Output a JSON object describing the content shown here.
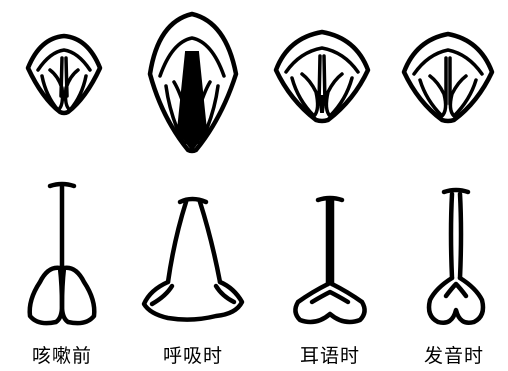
{
  "figure": {
    "captions": [
      "咳嗽前",
      "呼吸时",
      "耳语时",
      "发音时"
    ]
  }
}
